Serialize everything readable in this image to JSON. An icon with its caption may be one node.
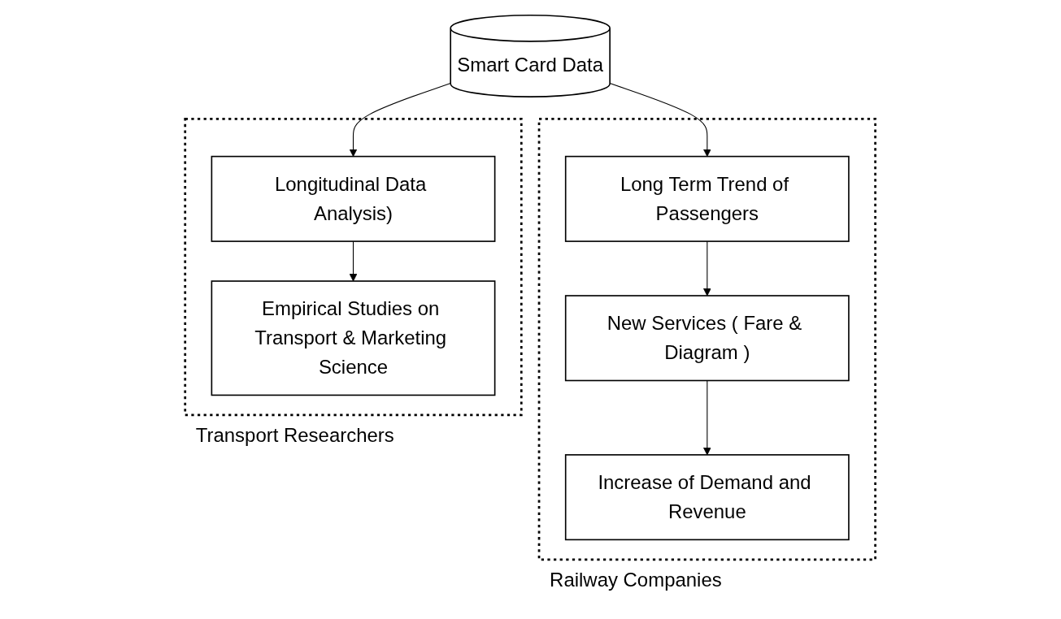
{
  "diagram": {
    "nodes": [
      {
        "text": [
          "Smart Card Data"
        ]
      },
      {
        "text": [
          "Railway Companies"
        ]
      },
      {
        "text": [
          "Long Term Trend of Passengers"
        ],
        "in": 1
      },
      {
        "text": [
          "New Services ( Fare & Diagram )"
        ],
        "in": 1
      },
      {
        "text": [
          "Increase of Demand and Revenue"
        ],
        "in": 1
      },
      {
        "text": [
          "Transport Researchers"
        ]
      },
      {
        "text": [
          "Longitudinal Data Analysis)"
        ],
        "in": 5
      },
      {
        "text": [
          "Empirical Studies on Transport & Marketing Science"
        ],
        "in": 5
      }
    ],
    "edges": [
      {
        "from": 0,
        "to": 2,
        "arrow": "to"
      },
      {
        "from": 0,
        "to": 6,
        "arrow": "to"
      },
      {
        "from": 2,
        "to": 3,
        "arrow": "to"
      },
      {
        "from": 3,
        "to": 4,
        "arrow": "to"
      },
      {
        "from": 6,
        "to": 7,
        "arrow": "to"
      }
    ]
  }
}
